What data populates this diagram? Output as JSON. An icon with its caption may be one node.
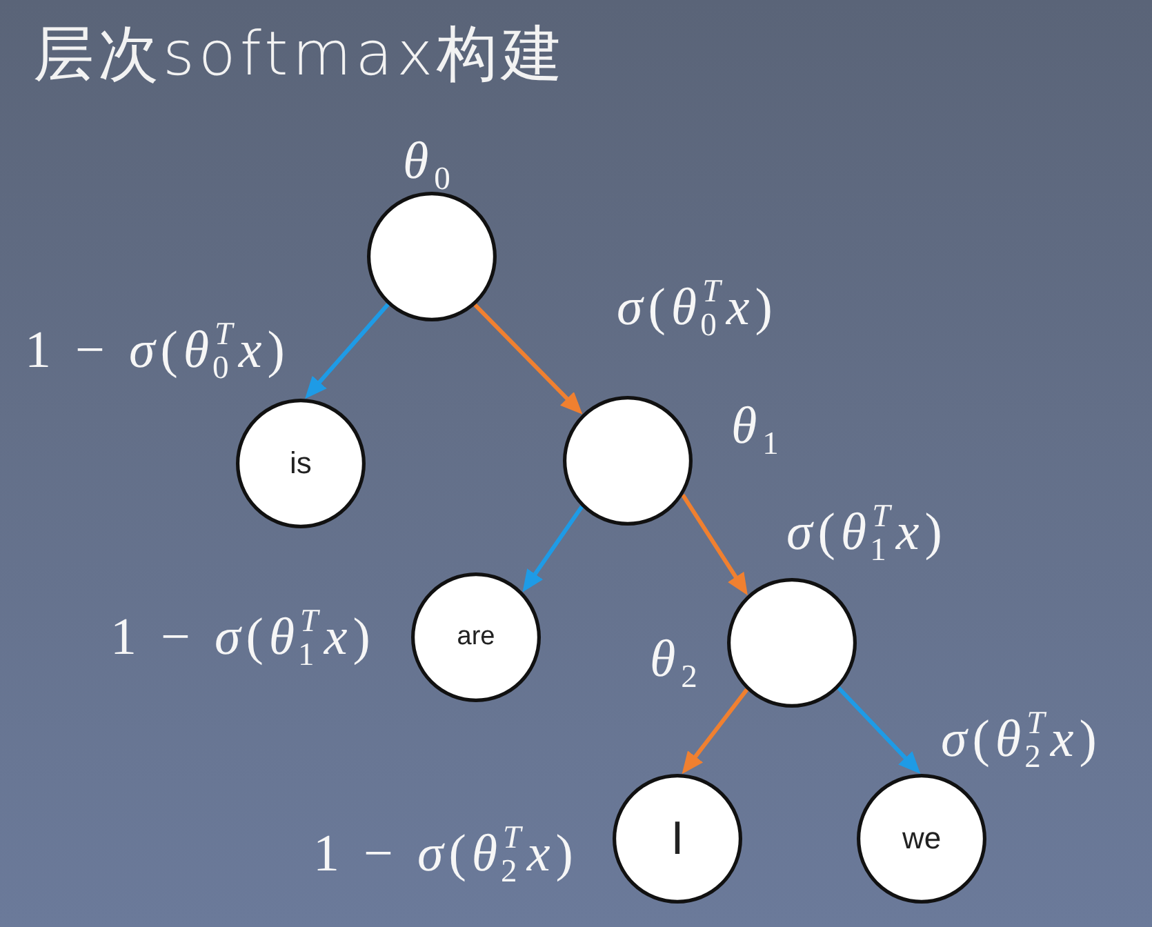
{
  "diagram": {
    "title": "层次softmax构建",
    "nodes": [
      {
        "text": [],
        "shape": "circle",
        "beside": [
          "*θ*$_{0}$"
        ]
      },
      {
        "text": [
          "is"
        ]
      },
      {
        "text": [],
        "shape": "circle",
        "beside": [
          "*θ*$_{1}$"
        ]
      },
      {
        "text": [
          "are"
        ]
      },
      {
        "text": [],
        "shape": "circle",
        "beside": [
          "*θ*$_{2}$"
        ]
      },
      {
        "text": [
          "I"
        ]
      },
      {
        "text": [
          "we"
        ]
      }
    ],
    "edges": [
      {
        "from": 0,
        "to": 1,
        "arrow": "to",
        "color": "#1e9be6",
        "label": "1 − *σ*(*θ*$^{T}$$_{0}$*x*)"
      },
      {
        "from": 0,
        "to": 2,
        "arrow": "to",
        "color": "#f08030",
        "label": "*σ*(*θ*$^{T}$$_{0}$*x*)"
      },
      {
        "from": 2,
        "to": 3,
        "arrow": "to",
        "color": "#1e9be6",
        "label": "1 − *σ*(*θ*$^{T}$$_{1}$*x*)"
      },
      {
        "from": 2,
        "to": 4,
        "arrow": "to",
        "color": "#f08030",
        "label": "*σ*(*θ*$^{T}$$_{1}$*x*)"
      },
      {
        "from": 4,
        "to": 5,
        "arrow": "to",
        "color": "#f08030",
        "label": "1 − *σ*(*θ*$^{T}$$_{2}$*x*)"
      },
      {
        "from": 4,
        "to": 6,
        "arrow": "to",
        "color": "#1e9be6",
        "label": "*σ*(*θ*$^{T}$$_{2}$*x*)"
      }
    ]
  }
}
